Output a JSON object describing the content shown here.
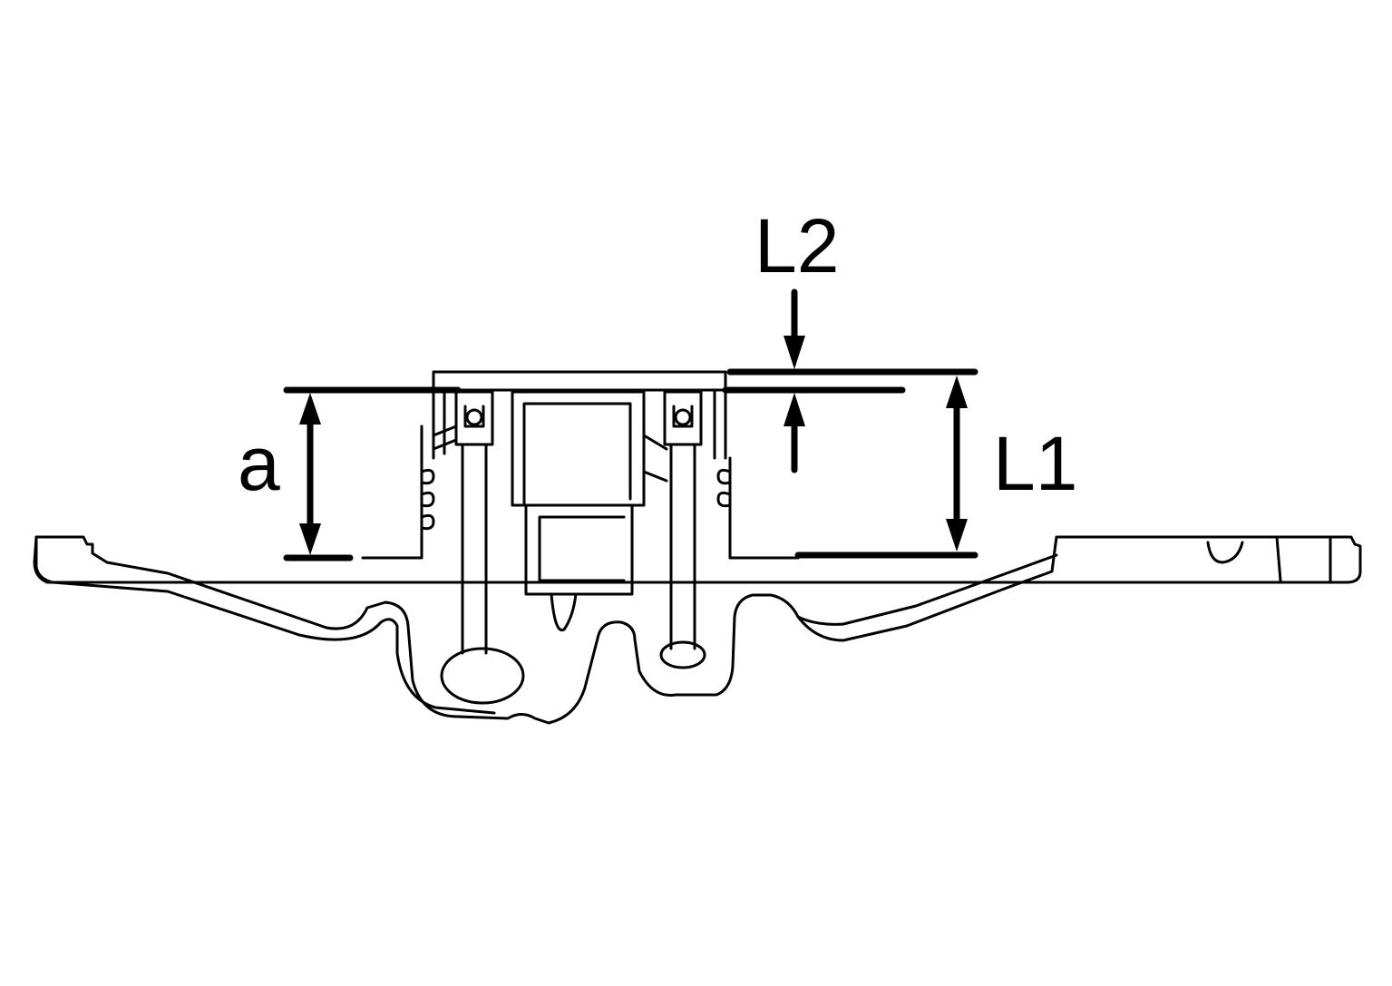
{
  "diagram": {
    "labels": {
      "a": "a",
      "L1": "L1",
      "L2": "L2"
    },
    "colors": {
      "line": "#000000",
      "background": "#ffffff"
    }
  }
}
